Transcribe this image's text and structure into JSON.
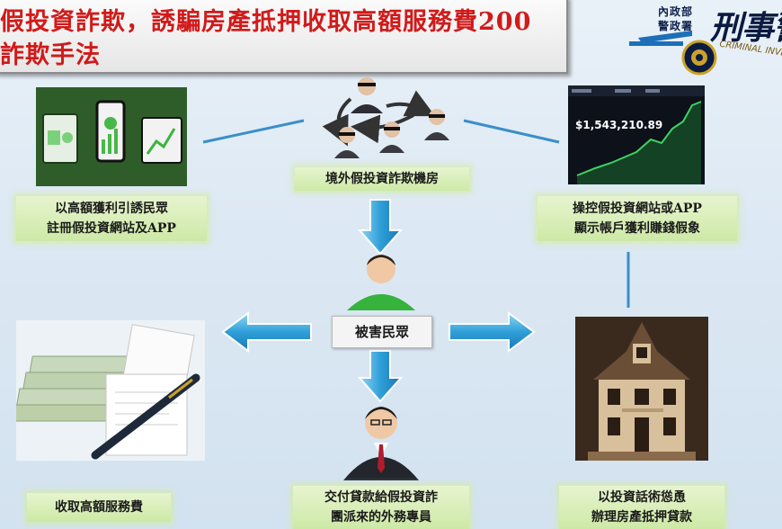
{
  "title": {
    "line1": "假投資詐欺，誘騙房產抵押收取高額服務費200",
    "line2": "詐欺手法"
  },
  "logo": {
    "org_line1": "內政部",
    "org_line2": "警政署",
    "main": "刑事警",
    "sub": "CRIMINAL INVESTI"
  },
  "chart_screen": {
    "amount": "$1,543,210.89"
  },
  "nodes": {
    "lure": {
      "line1": "以高額獲利引誘民眾",
      "line2": "註冊假投資網站及APP"
    },
    "scam_center": {
      "label": "境外假投資詐欺機房"
    },
    "manipulate": {
      "line1": "操控假投資網站或APP",
      "line2": "顯示帳戶獲利賺錢假象"
    },
    "victim": {
      "label": "被害民眾"
    },
    "fee": {
      "label": "收取高額服務費"
    },
    "loan": {
      "line1": "交付貸款給假投資詐",
      "line2": "團派來的外務專員"
    },
    "mortgage": {
      "line1": "以投資話術慫恿",
      "line2": "辦理房產抵押貸款"
    }
  },
  "colors": {
    "title_red": "#d11a1a",
    "arrow_blue": "#2f9fd8",
    "label_green": "#cde9a6",
    "logo_navy": "#0b1a40"
  }
}
